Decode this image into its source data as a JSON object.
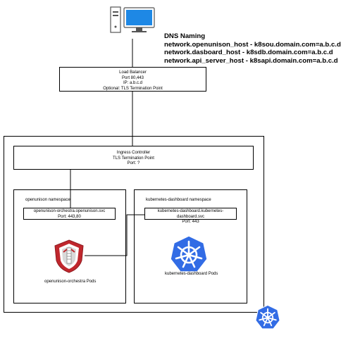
{
  "dns": {
    "title": "DNS Naming",
    "lines": [
      "network.openunison_host - k8sou.domain.com=a.b.c.d",
      "network.dasboard_host - k8sdb.domain.com=a.b.c.d",
      "network.api_server_host - k8sapi.domain.com=a.b.c.d"
    ]
  },
  "load_balancer": {
    "title": "Load Balancer",
    "port": "Port 80,443",
    "ip": "IP: a.b.c.d",
    "tls": "Optional: TLS Termination Point"
  },
  "ingress": {
    "title": "Ingress Controller",
    "tls": "TLS Termination Point",
    "port": "Port: ?"
  },
  "openunison_ns": {
    "label": "openunison namespace",
    "svc_name": "openunison-orchestra.openunison.svc",
    "svc_port": "Port: 443,80",
    "pods_label": "openunison-orchestra Pods"
  },
  "dashboard_ns": {
    "label": "kubernetes-dashboard namespace",
    "svc_name": "kubernetes-dashboard.kubernetes-dashboard.svc",
    "svc_port": "Port: 443",
    "pods_label": "kubernetes-dashboard Pods"
  },
  "colors": {
    "k8s_blue": "#326ce5",
    "openunison_red": "#c0272d",
    "monitor_blue": "#1e88e5"
  },
  "icons": [
    "computer-icon",
    "openunison-logo-icon",
    "kubernetes-logo-icon"
  ]
}
